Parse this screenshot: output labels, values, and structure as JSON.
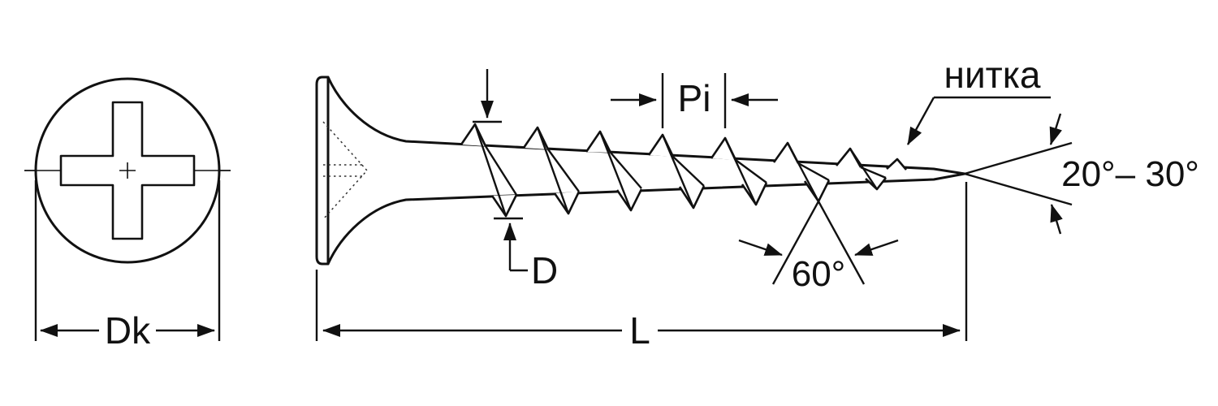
{
  "diagram": {
    "labels": {
      "head_diameter": "Dk",
      "thread_diameter": "D",
      "thread_pitch": "Pi",
      "last_thread": "нитка",
      "point_angle": "20°– 30°",
      "thread_profile_angle": "60°",
      "length": "L"
    },
    "colors": {
      "line": "#111111",
      "background": "#ffffff"
    }
  }
}
